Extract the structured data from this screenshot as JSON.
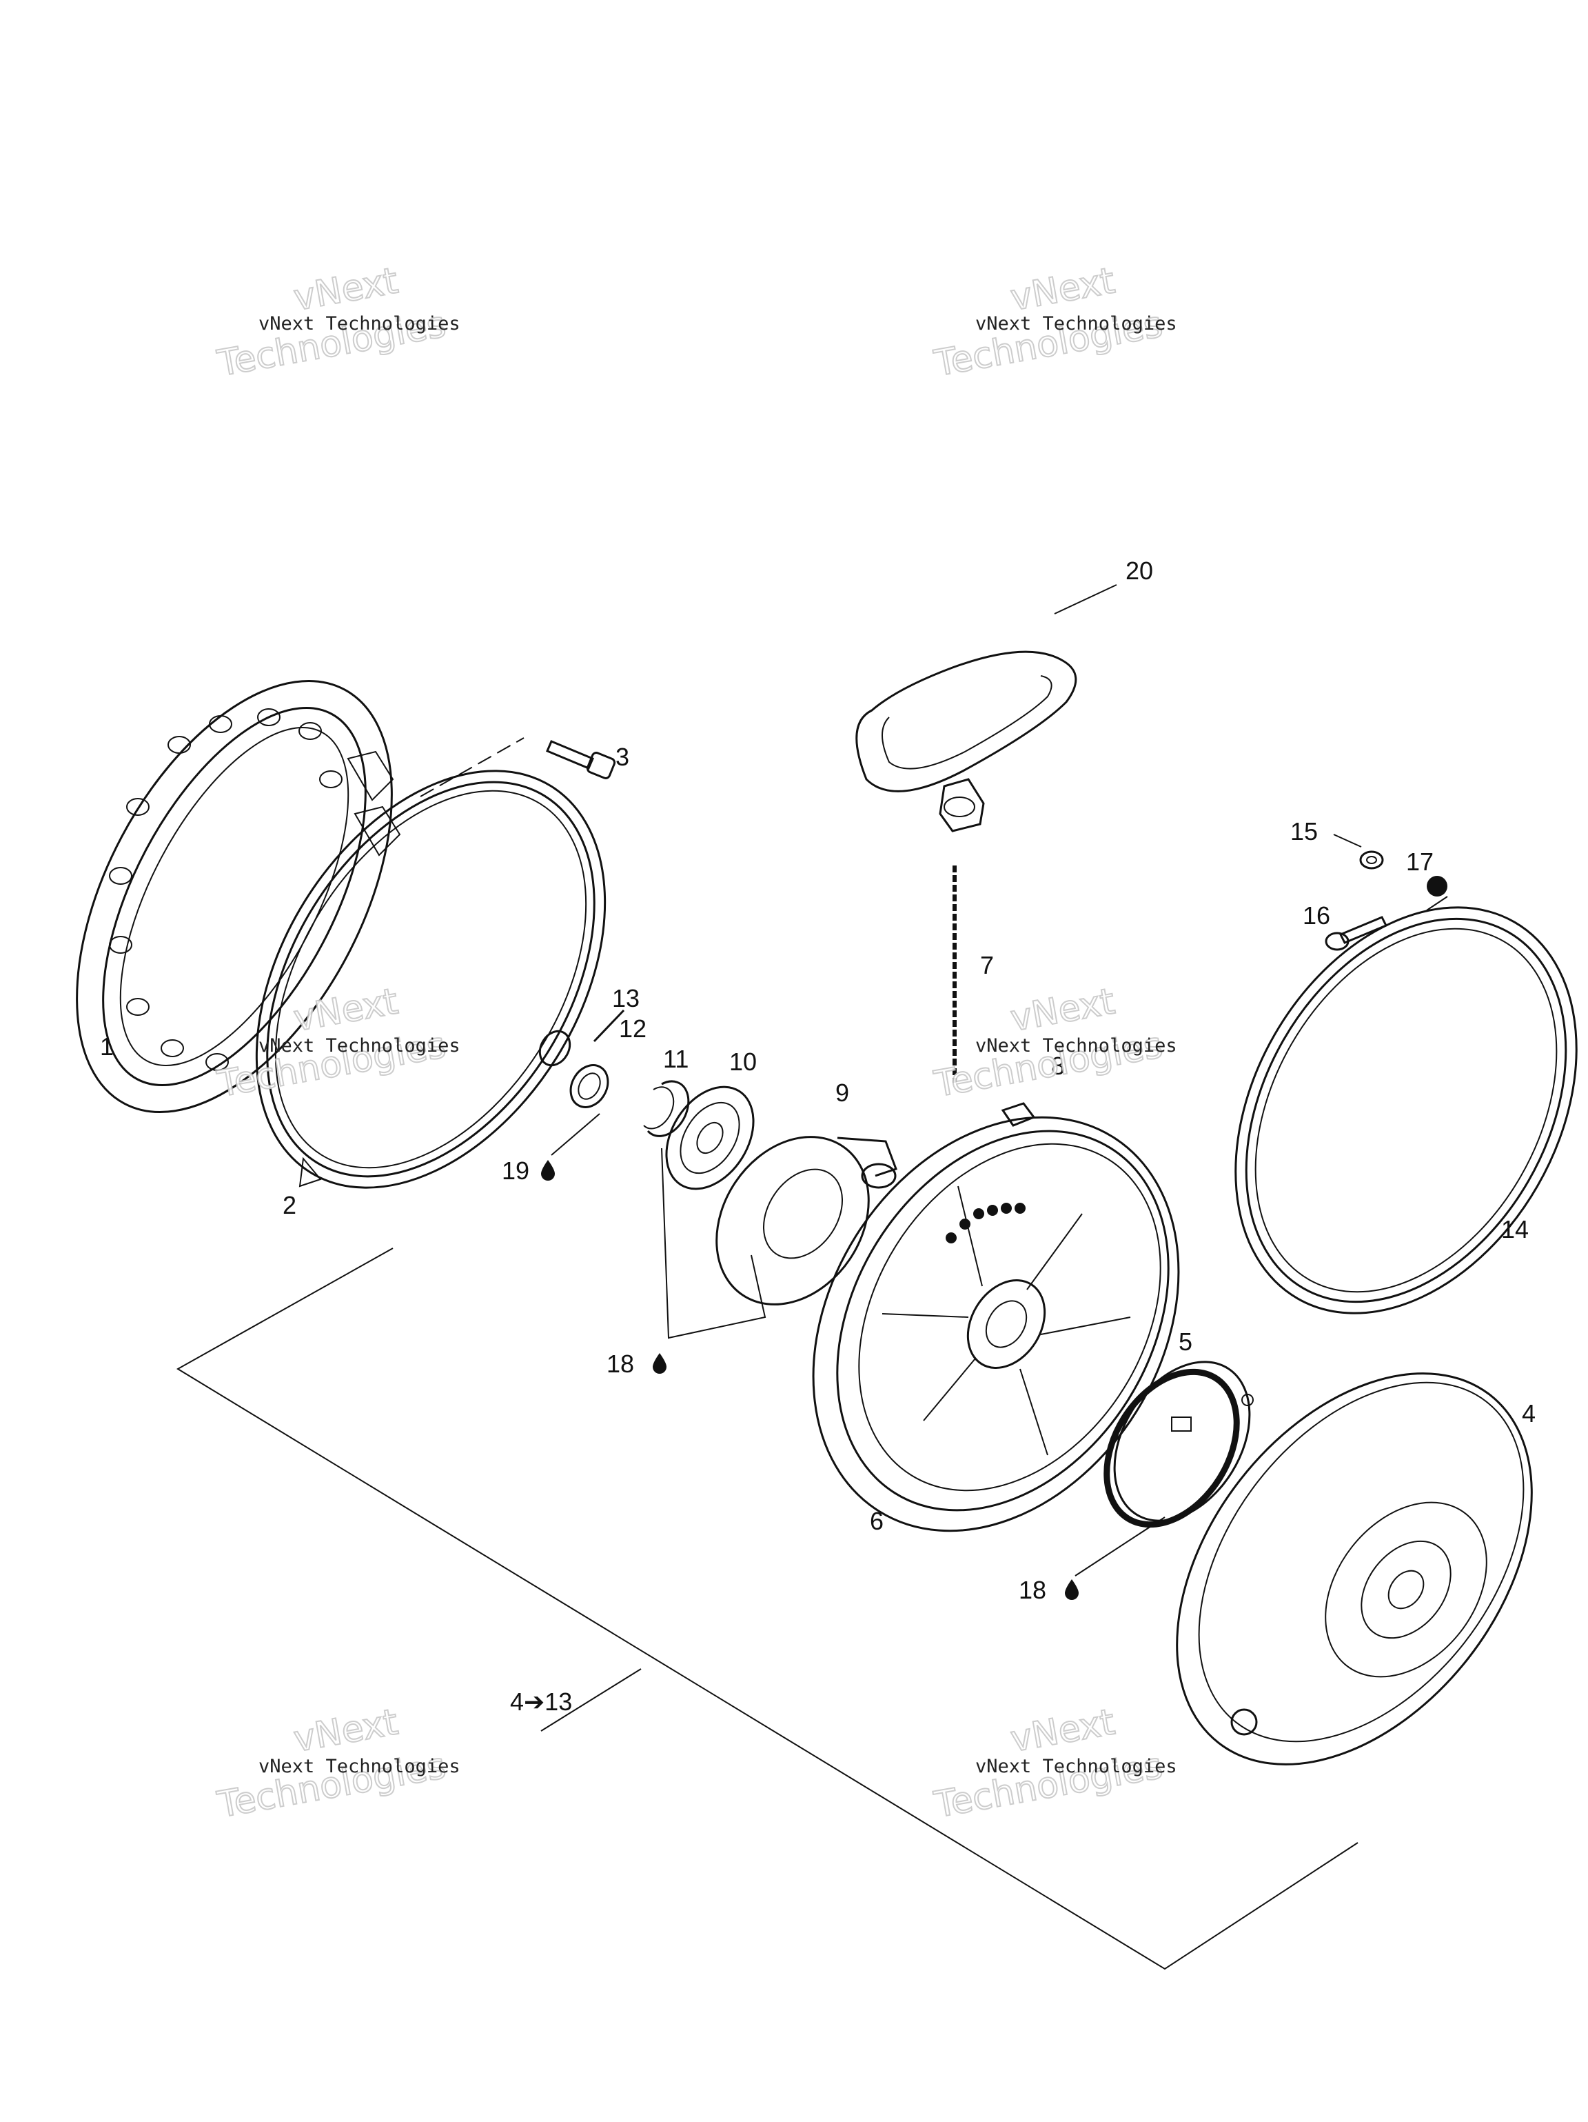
{
  "labels": {
    "l1": "1",
    "l2": "2",
    "l3": "3",
    "l4": "4",
    "l5": "5",
    "l6": "6",
    "l7": "7",
    "l8": "8",
    "l9": "9",
    "l10": "10",
    "l11": "11",
    "l12": "12",
    "l13": "13",
    "l14": "14",
    "l15": "15",
    "l16": "16",
    "l17": "17",
    "l18a": "18",
    "l18b": "18",
    "l19": "19",
    "l20": "20",
    "assembly": "4➔13"
  },
  "watermark": {
    "small": "vNext Technologies",
    "big_top": "vNext",
    "big_bottom": "Technologies"
  },
  "colors": {
    "ink": "#111111",
    "watermark_outline": "#c8c8c8"
  }
}
